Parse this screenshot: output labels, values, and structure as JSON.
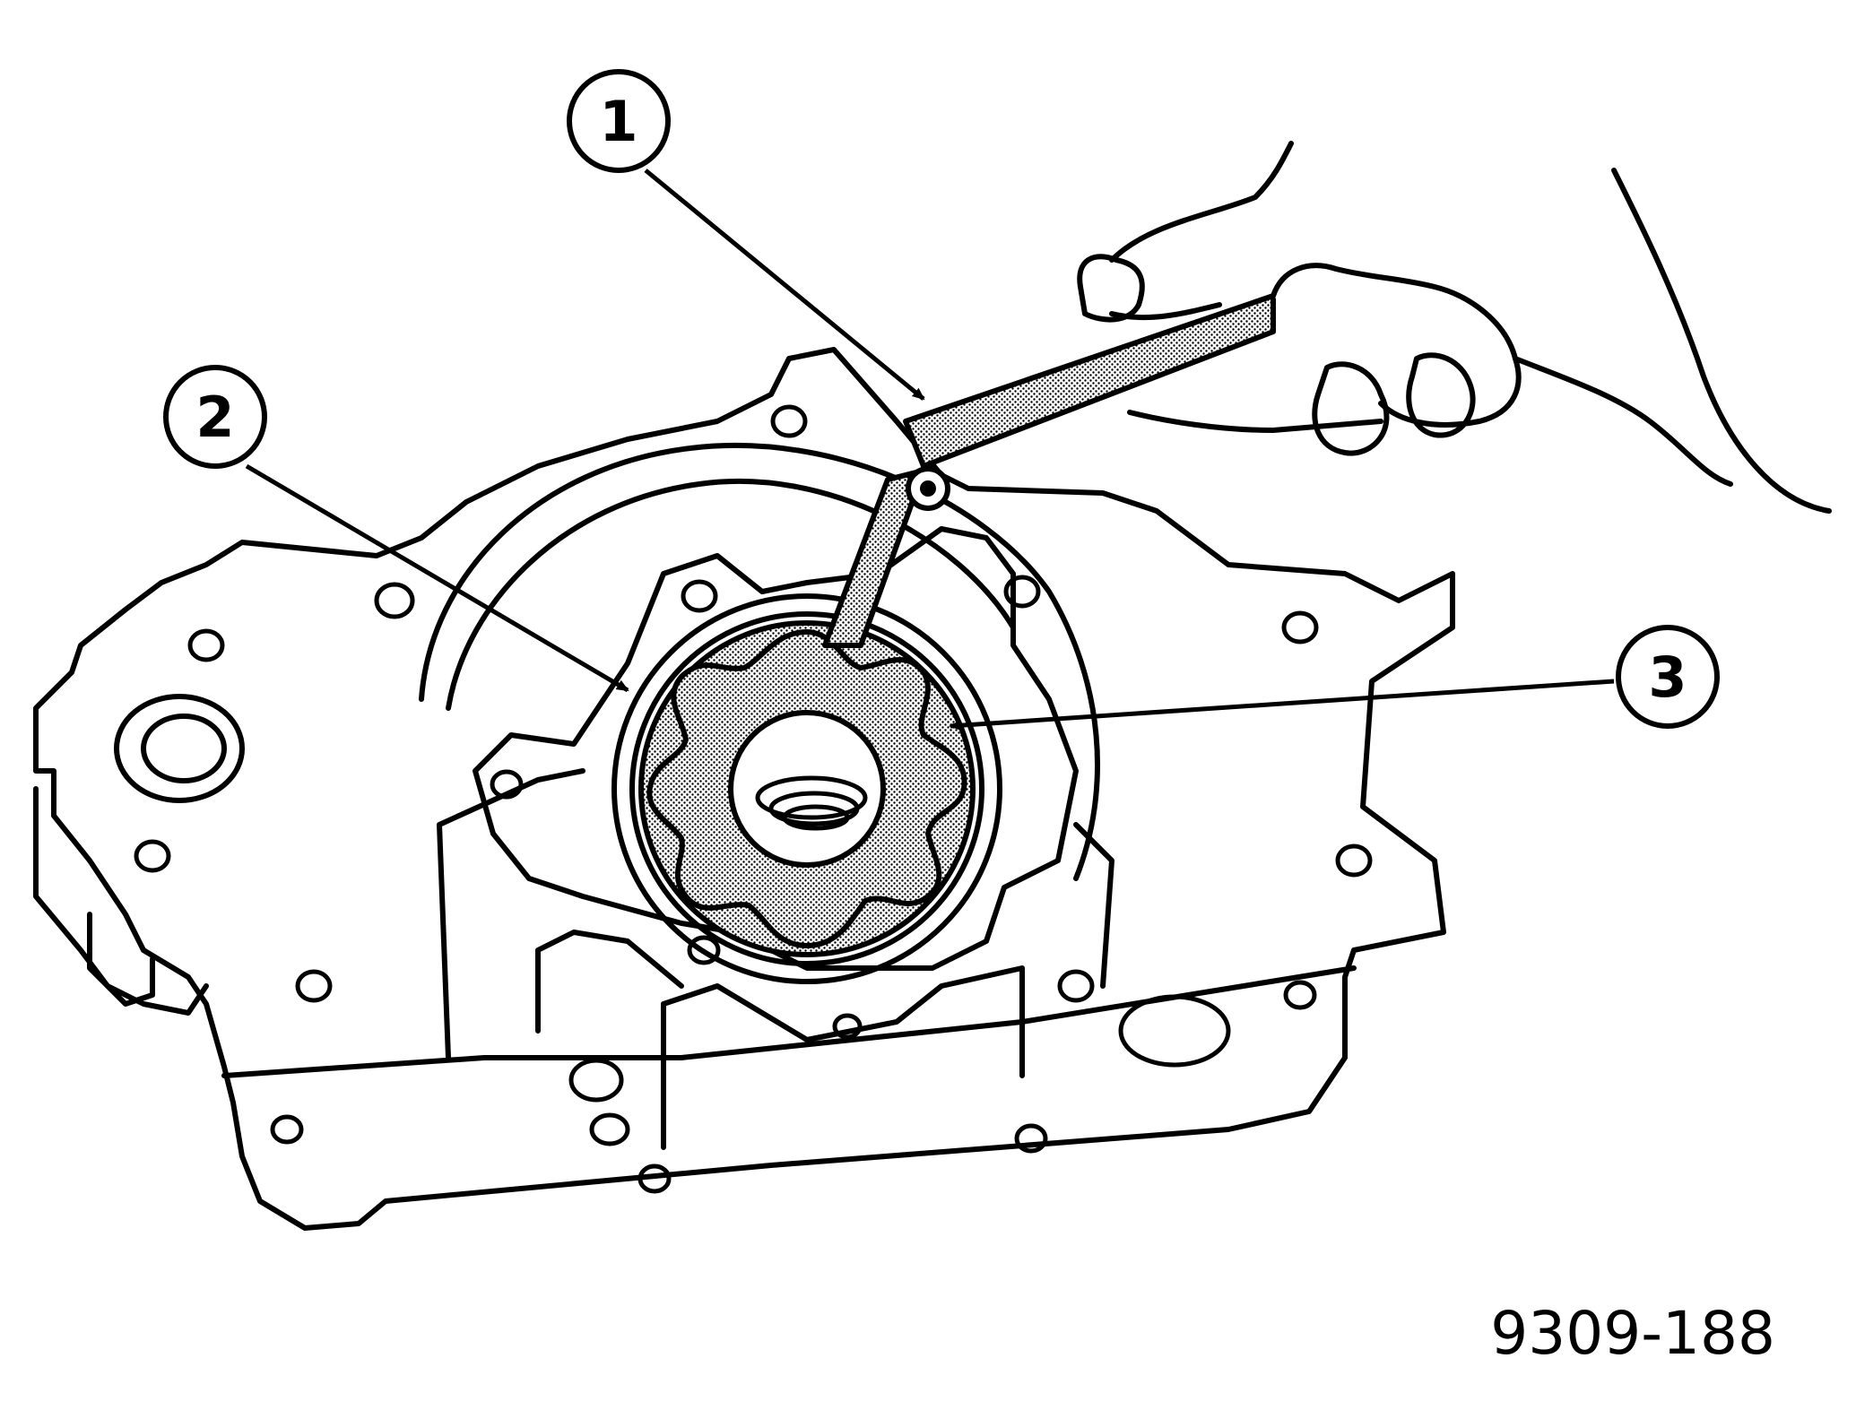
{
  "figure": {
    "id_label": "9309-188",
    "callouts": [
      {
        "label": "1"
      },
      {
        "label": "2"
      },
      {
        "label": "3"
      }
    ]
  },
  "colors": {
    "ink": "#000000",
    "background": "#ffffff",
    "stipple": "#bdbdbd"
  }
}
